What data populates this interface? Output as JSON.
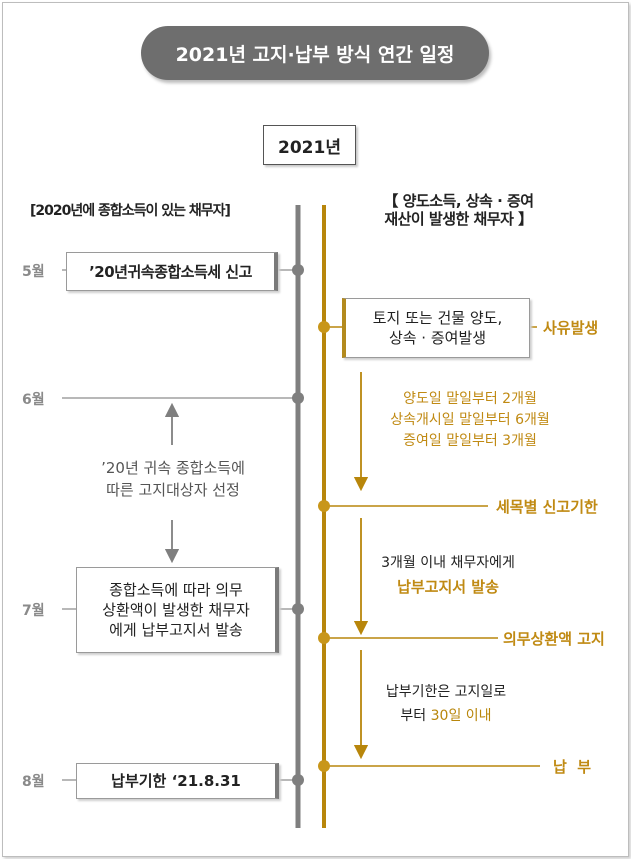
{
  "title": "2021년 고지·납부 방식 연간 일정",
  "year": "2021년",
  "left_header": "[2020년에 종합소득이 있는 채무자]",
  "right_header": [
    "【 양도소득, 상속 · 증여",
    "재산이 발생한 채무자 】"
  ],
  "months": [
    "5월",
    "6월",
    "7월",
    "8월"
  ],
  "left": {
    "filing_box": "’20년귀속종합소득세 신고",
    "selection_text": [
      "’20년 귀속 종합소득에",
      "따른 고지대상자 선정"
    ],
    "notice_box": [
      "종합소득에 따라 의무",
      "상환액이 발생한 채무자",
      "에게 납부고지서 발송"
    ],
    "deadline_box": "납부기한 ‘21.8.31"
  },
  "right": {
    "event_box": [
      "토지 또는 건물 양도,",
      "상속 · 증여발생"
    ],
    "event_label": "사유발생",
    "period_text": [
      "양도일 말일부터 2개월",
      "상속개시일 말일부터 6개월",
      "증여일 말일부터 3개월"
    ],
    "filing_label": "세목별 신고기한",
    "notice_text_1": "3개월 이내 채무자에게",
    "notice_text_2": "납부고지서 발송",
    "notice_label": "의무상환액 고지",
    "payment_text_1": "납부기한은 고지일로",
    "payment_text_2a": "부터",
    "payment_text_2b": "30일",
    "payment_text_2c": "이내",
    "payment_label": "납  부"
  },
  "colors": {
    "gray_line": "#7f7f7f",
    "gold_line": "#b8860b",
    "title_bg": "#6e6e6e"
  }
}
